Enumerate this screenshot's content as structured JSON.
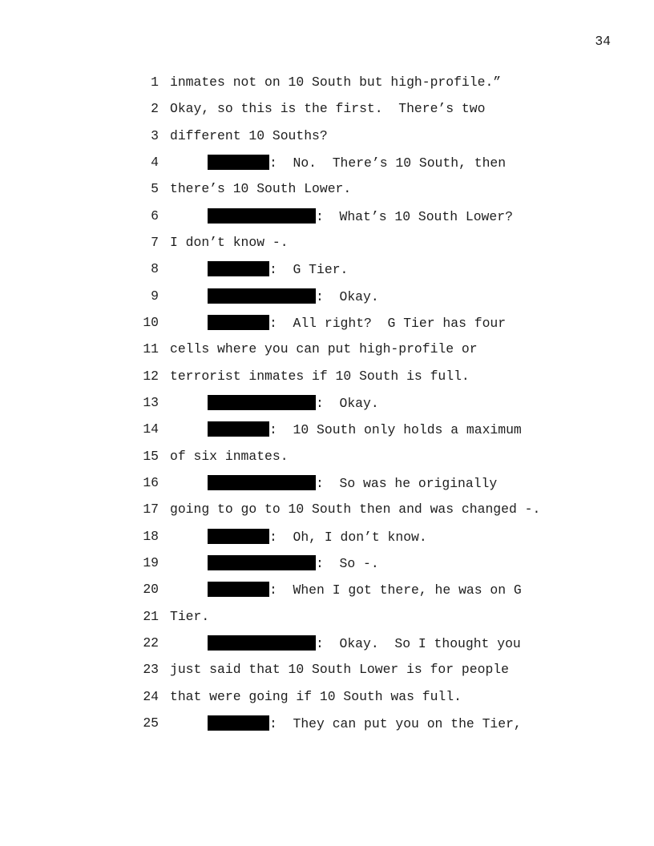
{
  "page_number": "34",
  "lines": [
    {
      "n": "1",
      "text": "inmates not on 10 South but high-profile.”"
    },
    {
      "n": "2",
      "text": "Okay, so this is the first.  There’s two"
    },
    {
      "n": "3",
      "text": "different 10 Souths?"
    },
    {
      "n": "4",
      "redaction": "short",
      "text": ":  No.  There’s 10 South, then"
    },
    {
      "n": "5",
      "text": "there’s 10 South Lower."
    },
    {
      "n": "6",
      "redaction": "long",
      "text": ":  What’s 10 South Lower?"
    },
    {
      "n": "7",
      "text": "I don’t know -."
    },
    {
      "n": "8",
      "redaction": "short",
      "text": ":  G Tier."
    },
    {
      "n": "9",
      "redaction": "long",
      "text": ":  Okay."
    },
    {
      "n": "10",
      "redaction": "short",
      "text": ":  All right?  G Tier has four"
    },
    {
      "n": "11",
      "text": "cells where you can put high-profile or"
    },
    {
      "n": "12",
      "text": "terrorist inmates if 10 South is full."
    },
    {
      "n": "13",
      "redaction": "long",
      "text": ":  Okay."
    },
    {
      "n": "14",
      "redaction": "short",
      "text": ":  10 South only holds a maximum"
    },
    {
      "n": "15",
      "text": "of six inmates."
    },
    {
      "n": "16",
      "redaction": "long",
      "text": ":  So was he originally"
    },
    {
      "n": "17",
      "text": "going to go to 10 South then and was changed -."
    },
    {
      "n": "18",
      "redaction": "short",
      "text": ":  Oh, I don’t know."
    },
    {
      "n": "19",
      "redaction": "long",
      "text": ":  So -."
    },
    {
      "n": "20",
      "redaction": "short",
      "text": ":  When I got there, he was on G"
    },
    {
      "n": "21",
      "text": "Tier."
    },
    {
      "n": "22",
      "redaction": "long",
      "text": ":  Okay.  So I thought you"
    },
    {
      "n": "23",
      "text": "just said that 10 South Lower is for people"
    },
    {
      "n": "24",
      "text": "that were going if 10 South was full."
    },
    {
      "n": "25",
      "redaction": "short",
      "text": ":  They can put you on the Tier,"
    }
  ]
}
